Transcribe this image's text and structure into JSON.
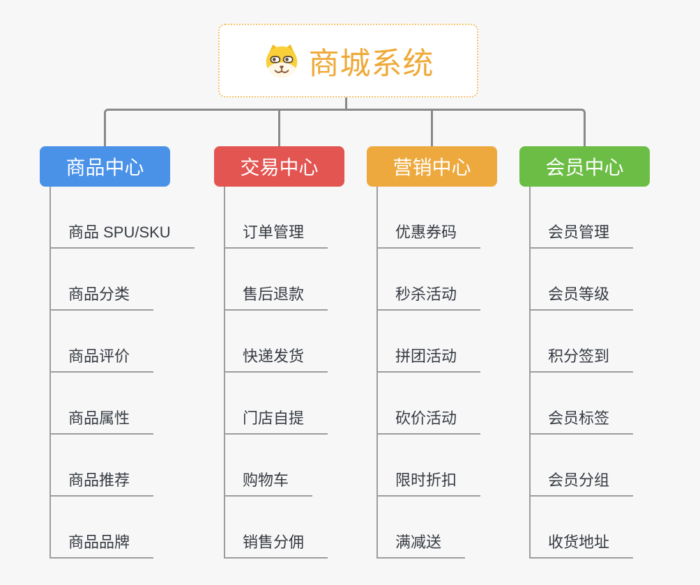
{
  "root": {
    "title": "商城系统",
    "icon": "shiba-dog-icon"
  },
  "branches": [
    {
      "label": "商品中心",
      "color": "#4A91E8",
      "items": [
        "商品 SPU/SKU",
        "商品分类",
        "商品评价",
        "商品属性",
        "商品推荐",
        "商品品牌"
      ]
    },
    {
      "label": "交易中心",
      "color": "#E25551",
      "items": [
        "订单管理",
        "售后退款",
        "快递发货",
        "门店自提",
        "购物车",
        "销售分佣"
      ]
    },
    {
      "label": "营销中心",
      "color": "#EDA93D",
      "items": [
        "优惠券码",
        "秒杀活动",
        "拼团活动",
        "砍价活动",
        "限时折扣",
        "满减送"
      ]
    },
    {
      "label": "会员中心",
      "color": "#6CBD45",
      "items": [
        "会员管理",
        "会员等级",
        "积分签到",
        "会员标签",
        "会员分组",
        "收货地址"
      ]
    }
  ],
  "theme": {
    "canvas_bg": "#F7F7F7",
    "connector": "#898989",
    "subline": "#9C9C9C",
    "item_text": "#363B42",
    "root_border": "#F5C169",
    "root_title": "#EFA937",
    "root_bg": "#FFFFFF",
    "branch_text": "#FFFFFF"
  }
}
